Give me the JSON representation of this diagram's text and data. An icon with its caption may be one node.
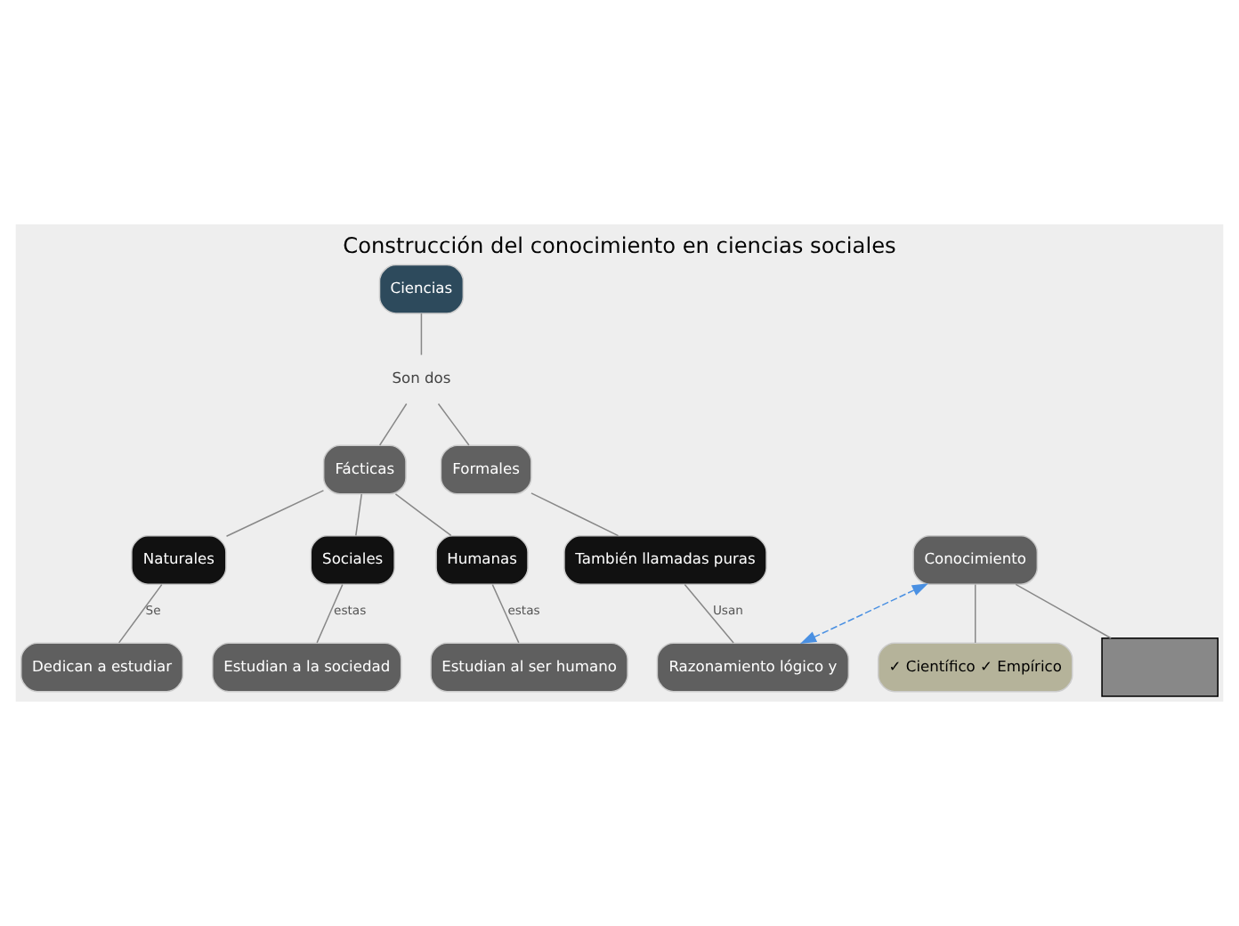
{
  "diagram": {
    "title": "Construcción del conocimiento en ciencias sociales",
    "nodes": [
      {
        "text": [
          "Ciencias"
        ]
      },
      {
        "text": [
          "Son dos"
        ]
      },
      {
        "text": [
          "Fácticas"
        ]
      },
      {
        "text": [
          "Formales"
        ]
      },
      {
        "text": [
          "Naturales"
        ]
      },
      {
        "text": [
          "Sociales"
        ]
      },
      {
        "text": [
          "Humanas"
        ]
      },
      {
        "text": [
          "También llamadas puras"
        ]
      },
      {
        "text": [
          "Dedican a estudiar"
        ]
      },
      {
        "text": [
          "Estudian a la sociedad"
        ]
      },
      {
        "text": [
          "Estudian al ser humano"
        ]
      },
      {
        "text": [
          "Razonamiento lógico y"
        ]
      },
      {
        "text": [
          "Conocimiento"
        ]
      },
      {
        "text": [
          "✓ Científico ✓ Empírico"
        ]
      },
      {
        "text": [],
        "shape": "box"
      }
    ],
    "edges": [
      {
        "from": 0,
        "to": 1,
        "arrow": "none"
      },
      {
        "from": 1,
        "to": 2,
        "arrow": "none"
      },
      {
        "from": 1,
        "to": 3,
        "arrow": "none"
      },
      {
        "from": 2,
        "to": 4,
        "arrow": "none"
      },
      {
        "from": 2,
        "to": 5,
        "arrow": "none"
      },
      {
        "from": 2,
        "to": 6,
        "arrow": "none"
      },
      {
        "from": 3,
        "to": 7,
        "arrow": "none"
      },
      {
        "from": 4,
        "to": 8,
        "arrow": "none",
        "label": "Se"
      },
      {
        "from": 5,
        "to": 9,
        "arrow": "none",
        "label": "estas"
      },
      {
        "from": 6,
        "to": 10,
        "arrow": "none",
        "label": "estas"
      },
      {
        "from": 7,
        "to": 11,
        "arrow": "none",
        "label": "Usan"
      },
      {
        "from": 12,
        "to": 11,
        "arrow": "both",
        "style": "dashed",
        "color": "#4a90e2"
      },
      {
        "from": 12,
        "to": 13,
        "arrow": "none"
      },
      {
        "from": 12,
        "to": 14,
        "arrow": "none"
      }
    ]
  }
}
